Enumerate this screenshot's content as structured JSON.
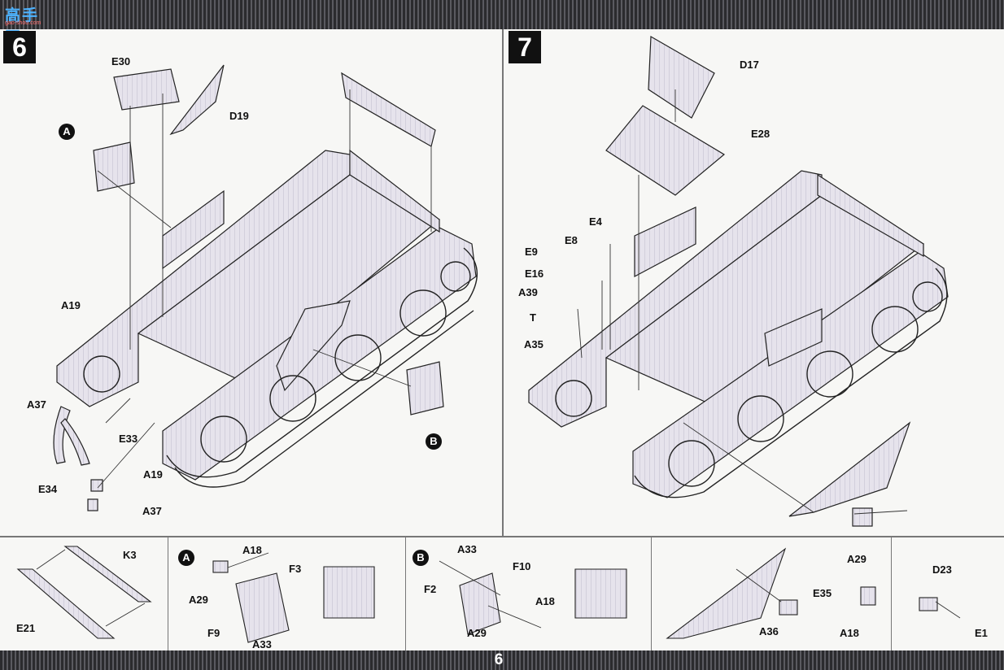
{
  "site_logo": {
    "name": "高手网",
    "domain": "gao-shou.com"
  },
  "page_number": "6",
  "step6": {
    "badge": "6",
    "callout_a": "A",
    "callout_b": "B",
    "parts": [
      "E30",
      "D19",
      "A19",
      "A37",
      "E33",
      "E34",
      "A19",
      "A37"
    ]
  },
  "step7": {
    "badge": "7",
    "parts": [
      "D17",
      "E28",
      "E4",
      "E8",
      "E9",
      "E16",
      "A39",
      "T",
      "A35"
    ]
  },
  "sub_k3": {
    "parts": [
      "K3",
      "E21"
    ]
  },
  "sub_a": {
    "badge": "A",
    "parts": [
      "A18",
      "F3",
      "A29",
      "F9",
      "A33"
    ]
  },
  "sub_b": {
    "badge": "B",
    "parts": [
      "A33",
      "F10",
      "F2",
      "A18",
      "A29"
    ]
  },
  "sub_plate": {
    "parts": [
      "E35",
      "A36",
      "A29",
      "A18"
    ]
  },
  "sub_d23": {
    "parts": [
      "D23",
      "E1"
    ]
  },
  "colors": {
    "panel_bg": "#f7f7f5",
    "band": "#3a3a3e",
    "model_fill": "#e6e3ec",
    "line": "#222222"
  }
}
